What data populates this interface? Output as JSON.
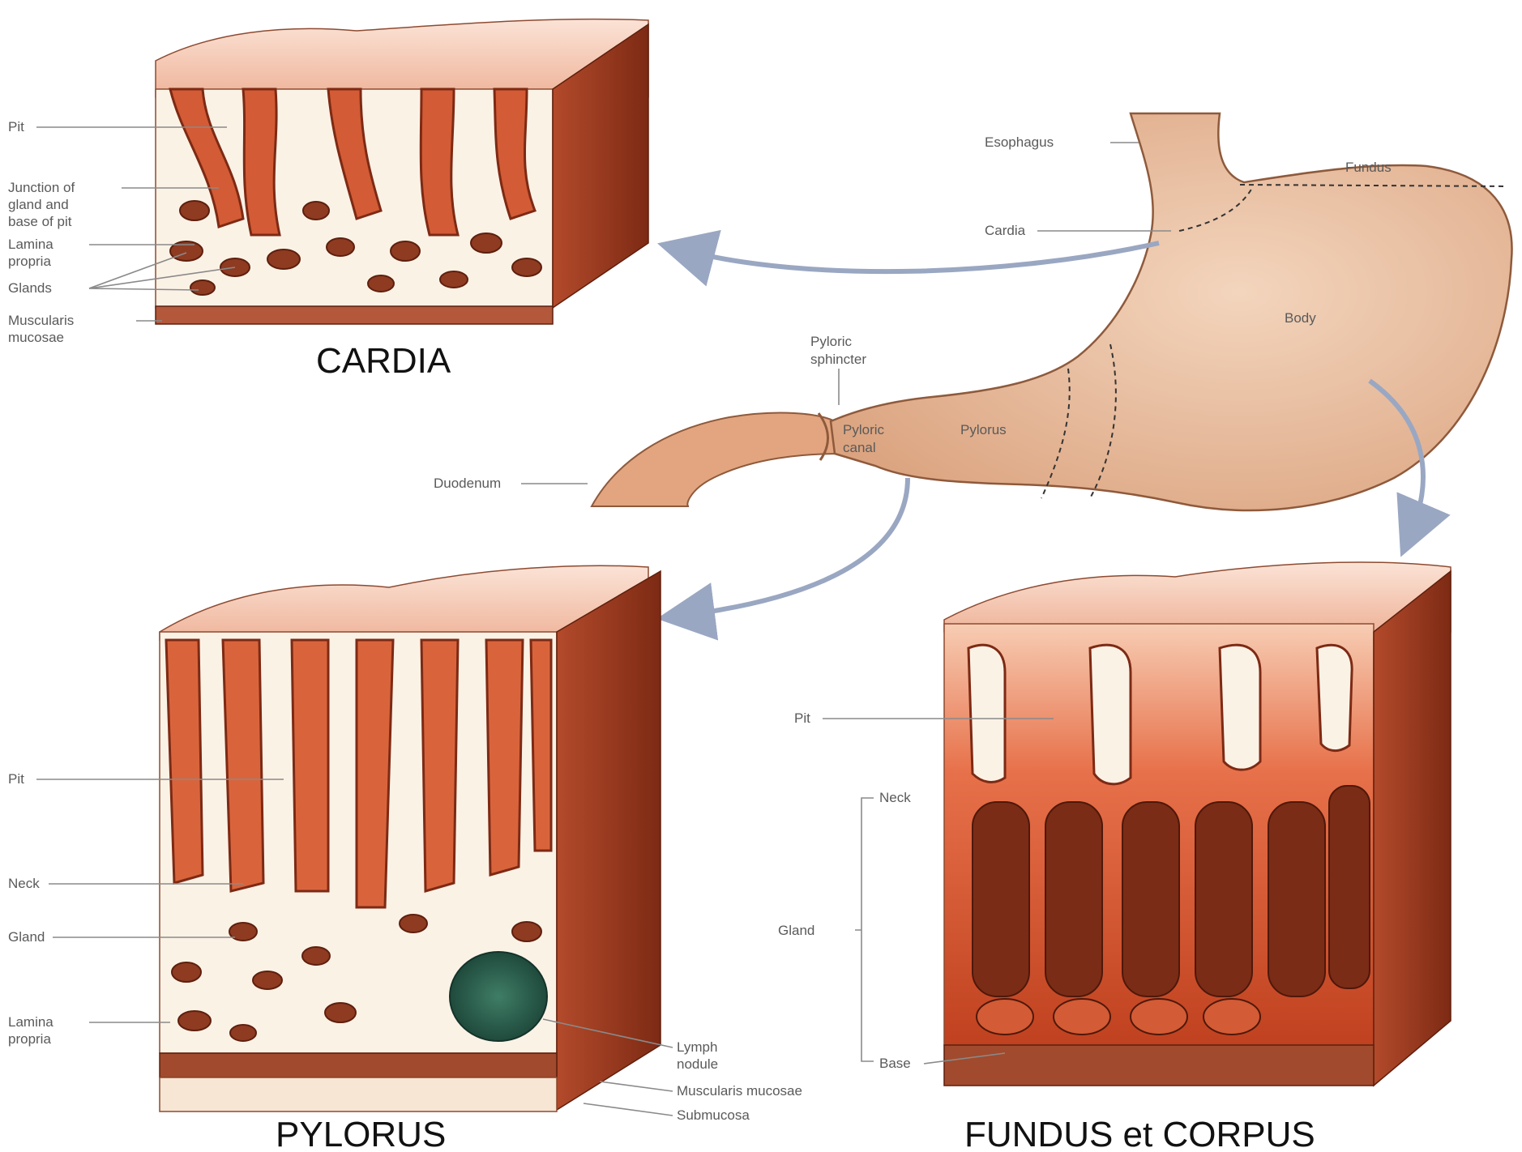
{
  "labels": {
    "esophagus": "Esophagus",
    "fundus": "Fundus",
    "cardia_region": "Cardia",
    "body": "Body",
    "pyloric_sphincter": [
      "Pyloric",
      "sphincter"
    ],
    "pyloric_canal": [
      "Pyloric",
      "canal"
    ],
    "pylorus_region": "Pylorus",
    "duodenum": "Duodenum"
  },
  "cardia_panel": {
    "title": "CARDIA",
    "pit": "Pit",
    "junction": [
      "Junction of",
      "gland and",
      "base of pit"
    ],
    "lamina_propria": [
      "Lamina",
      "propria"
    ],
    "glands": "Glands",
    "muscularis_mucosae": [
      "Muscularis",
      "mucosae"
    ]
  },
  "pylorus_panel": {
    "title": "PYLORUS",
    "pit": "Pit",
    "neck": "Neck",
    "gland": "Gland",
    "lamina_propria": [
      "Lamina",
      "propria"
    ],
    "lymph_nodule": [
      "Lymph",
      "nodule"
    ],
    "muscularis_mucosae": "Muscularis mucosae",
    "submucosa": "Submucosa"
  },
  "fundus_panel": {
    "title": "FUNDUS et CORPUS",
    "pit": "Pit",
    "neck": "Neck",
    "gland": "Gland",
    "base": "Base"
  }
}
